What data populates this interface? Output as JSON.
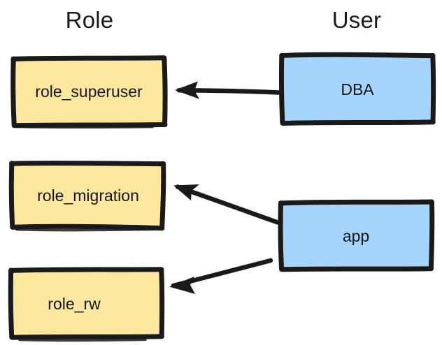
{
  "diagram": {
    "title_columns": {
      "role": "Role",
      "user": "User"
    },
    "style": {
      "role_fill": "#fbe79e",
      "user_fill": "#a5d5fc",
      "stroke": "#1a1a1a",
      "background": "#ffffff",
      "text_color": "#161616"
    },
    "nodes": [
      {
        "id": "role_superuser",
        "label": "role_superuser",
        "column": "Role",
        "fill": "#fbe79e"
      },
      {
        "id": "role_migration",
        "label": "role_migration",
        "column": "Role",
        "fill": "#fbe79e"
      },
      {
        "id": "role_rw",
        "label": "role_rw",
        "column": "Role",
        "fill": "#fbe79e"
      },
      {
        "id": "dba",
        "label": "DBA",
        "column": "User",
        "fill": "#a5d5fc"
      },
      {
        "id": "app",
        "label": "app",
        "column": "User",
        "fill": "#a5d5fc"
      }
    ],
    "edges": [
      {
        "id": "dba-to-role-superuser",
        "from": "dba",
        "to": "role_superuser",
        "direction": "left",
        "label": ""
      },
      {
        "id": "app-to-role-migration",
        "from": "app",
        "to": "role_migration",
        "direction": "up-left",
        "label": ""
      },
      {
        "id": "app-to-role-rw",
        "from": "app",
        "to": "role_rw",
        "direction": "down-left",
        "label": ""
      }
    ]
  }
}
